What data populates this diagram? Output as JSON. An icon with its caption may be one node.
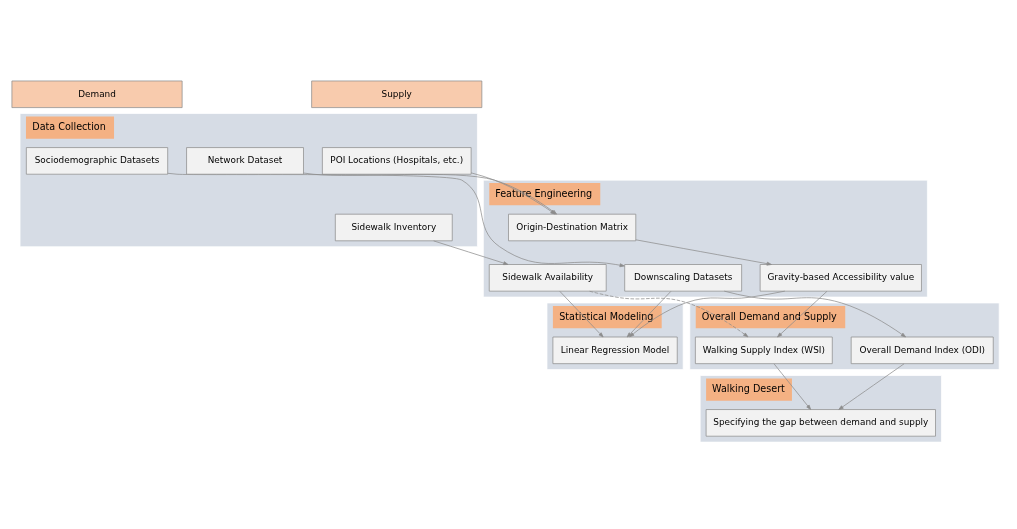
{
  "diagram": {
    "nodes": [
      {
        "text": [
          "Demand"
        ]
      },
      {
        "text": [
          "Supply"
        ]
      },
      {
        "text": [
          "Data Collection"
        ]
      },
      {
        "text": [
          "Sociodemographic Datasets"
        ],
        "in": 2
      },
      {
        "text": [
          "Sidewalk Inventory"
        ],
        "in": 2
      },
      {
        "text": [
          "POI Locations (Hospitals, etc.)"
        ],
        "in": 2
      },
      {
        "text": [
          "Network Dataset"
        ],
        "in": 2
      },
      {
        "text": [
          "Feature Engineering"
        ]
      },
      {
        "text": [
          "Downscaling Datasets"
        ],
        "in": 7
      },
      {
        "text": [
          "Sidewalk Availability"
        ],
        "in": 7
      },
      {
        "text": [
          "Origin-Destination Matrix"
        ],
        "in": 7
      },
      {
        "text": [
          "Gravity-based Accessibility value"
        ],
        "in": 7
      },
      {
        "text": [
          "Statistical Modeling"
        ]
      },
      {
        "text": [
          "Linear Regression Model"
        ],
        "in": 12
      },
      {
        "text": [
          "Overall Demand and Supply"
        ]
      },
      {
        "text": [
          "Overall Demand Index (ODI)"
        ],
        "in": 14
      },
      {
        "text": [
          "Walking Supply Index (WSI)"
        ],
        "in": 14
      },
      {
        "text": [
          "Walking Desert"
        ]
      },
      {
        "text": [
          "Specifying the gap between demand and supply"
        ],
        "in": 17
      }
    ],
    "edges": [
      {
        "from": 3,
        "to": 8,
        "arrow": "to"
      },
      {
        "from": 4,
        "to": 9,
        "arrow": "to"
      },
      {
        "from": 5,
        "to": 10,
        "arrow": "to"
      },
      {
        "from": 6,
        "to": 10,
        "arrow": "to"
      },
      {
        "from": 10,
        "to": 11,
        "arrow": "to"
      },
      {
        "from": 8,
        "to": 13,
        "arrow": "to"
      },
      {
        "from": 9,
        "to": 13,
        "arrow": "to"
      },
      {
        "from": 11,
        "to": 13,
        "arrow": "to"
      },
      {
        "from": 8,
        "to": 15,
        "arrow": "to"
      },
      {
        "from": 9,
        "to": 16,
        "arrow": "to",
        "style": "dashed"
      },
      {
        "from": 11,
        "to": 16,
        "arrow": "to"
      },
      {
        "from": 15,
        "to": 18,
        "arrow": "to"
      },
      {
        "from": 16,
        "to": 18,
        "arrow": "to"
      }
    ]
  }
}
